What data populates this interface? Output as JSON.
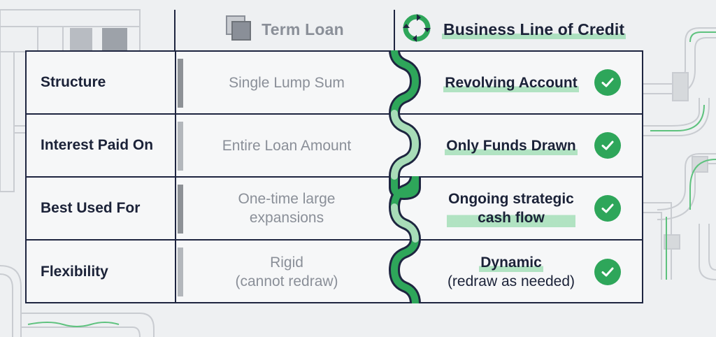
{
  "header": {
    "term_loan": "Term Loan",
    "business_line_of_credit": "Business Line of Credit"
  },
  "rows": [
    {
      "label": "Structure",
      "term": "Single Lump Sum",
      "credit_main": "Revolving Account",
      "credit_sub": ""
    },
    {
      "label": "Interest Paid On",
      "term": "Entire Loan Amount",
      "credit_main": "Only Funds Drawn",
      "credit_sub": ""
    },
    {
      "label": "Best Used For",
      "term": "One-time large\nexpansions",
      "credit_main": "Ongoing strategic\ncash flow",
      "credit_sub": ""
    },
    {
      "label": "Flexibility",
      "term": "Rigid\n(cannot redraw)",
      "credit_main": "Dynamic",
      "credit_sub": "(redraw as needed)"
    }
  ],
  "icons": {
    "term_loan": "stacked-squares-icon",
    "credit": "circular-arrows-icon",
    "check": "check-circle-icon"
  },
  "colors": {
    "accent_green": "#2ea65a",
    "highlight_green": "#78d296",
    "navy": "#1e2540",
    "muted_gray": "#8a8f98"
  }
}
